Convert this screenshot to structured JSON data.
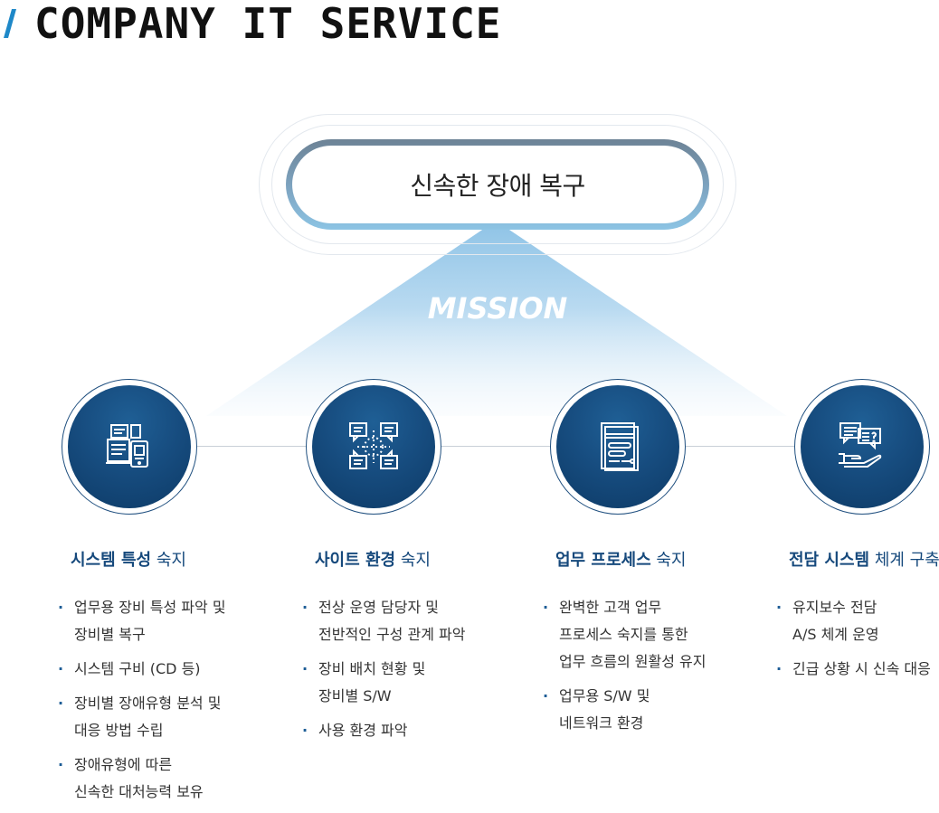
{
  "header": {
    "title": "COMPANY IT SERVICE"
  },
  "mission": {
    "goal": "신속한 장애 복구",
    "label": "MISSION"
  },
  "columns": [
    {
      "title_strong": "시스템 특성",
      "title_light": "숙지",
      "icon": "devices-icon",
      "items": [
        [
          "업무용 장비 특성 파악 및",
          "장비별 복구"
        ],
        [
          "시스템 구비 (CD 등)"
        ],
        [
          "장비별 장애유형 분석 및",
          "대응 방법 수립"
        ],
        [
          "장애유형에 따른",
          "신속한 대처능력 보유"
        ]
      ]
    },
    {
      "title_strong": "사이트 환경",
      "title_light": "숙지",
      "icon": "network-chat-icon",
      "items": [
        [
          "전상 운영 담당자 및",
          "전반적인 구성 관계 파악"
        ],
        [
          "장비 배치 현황 및",
          "장비별 S/W"
        ],
        [
          "사용 환경 파악"
        ]
      ]
    },
    {
      "title_strong": "업무 프로세스",
      "title_light": "숙지",
      "icon": "document-process-icon",
      "items": [
        [
          "완벽한 고객 업무",
          "프로세스 숙지를 통한",
          "업무 흐름의 원활성 유지"
        ],
        [
          "업무용 S/W 및",
          "네트워크 환경"
        ]
      ]
    },
    {
      "title_strong": "전담 시스템",
      "title_light": "체계 구축",
      "icon": "support-hand-icon",
      "items": [
        [
          "유지보수 전담",
          "A/S 체계 운영"
        ],
        [
          "긴급 상황 시 신속 대응"
        ]
      ]
    }
  ],
  "colors": {
    "accent": "#16497c",
    "slash": "#1e88c8",
    "circle": "#174d80"
  }
}
